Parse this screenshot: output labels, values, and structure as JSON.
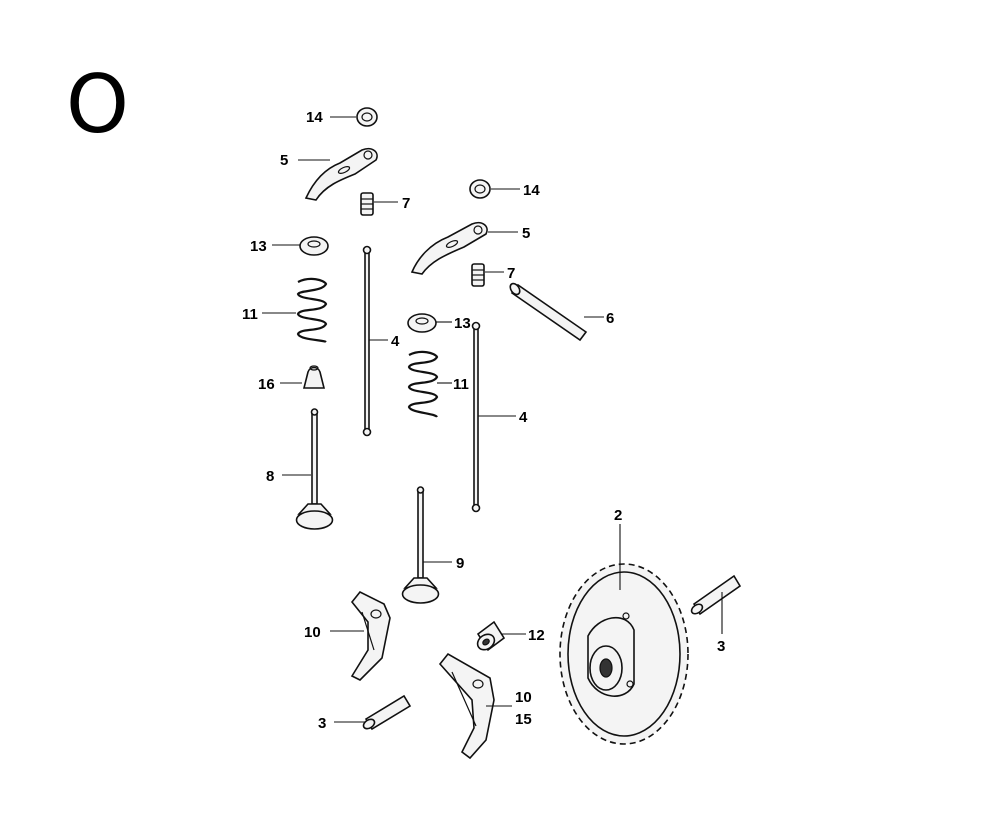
{
  "section_letter": "O",
  "callouts": {
    "c2": "2",
    "c3_right": "3",
    "c3_left": "3",
    "c4_left": "4",
    "c4_right": "4",
    "c5_left": "5",
    "c5_right": "5",
    "c6": "6",
    "c7_left": "7",
    "c7_right": "7",
    "c8": "8",
    "c9": "9",
    "c10_left": "10",
    "c10_right": "10",
    "c11_left": "11",
    "c11_right": "11",
    "c12": "12",
    "c13_left": "13",
    "c13_right": "13",
    "c14_left": "14",
    "c14_right": "14",
    "c15": "15",
    "c16": "16"
  }
}
